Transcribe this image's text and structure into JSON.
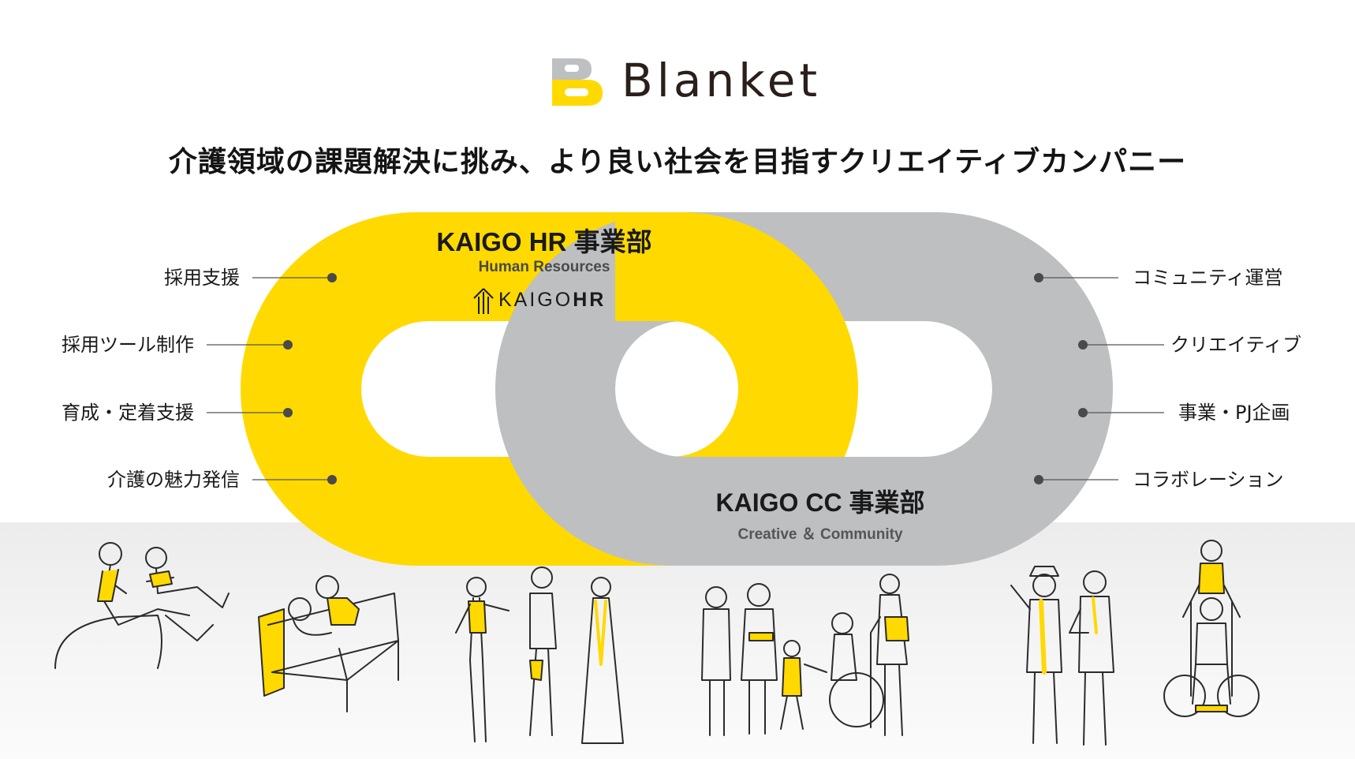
{
  "brand": {
    "name": "Blanket",
    "accent_color": "#ffd900",
    "ink_color": "#2a1f1a",
    "logo_icon": "b-logo-icon"
  },
  "tagline": "介護領域の課題解決に挑み、より良い社会を目指すクリエイティブカンパニー",
  "divisions": {
    "hr": {
      "title": "KAIGO HR 事業部",
      "subtitle": "Human Resources",
      "logo_light": "KAIGO",
      "logo_bold": "HR",
      "color": "#ffd900",
      "services": [
        "採用支援",
        "採用ツール制作",
        "育成・定着支援",
        "介護の魅力発信"
      ]
    },
    "cc": {
      "title": "KAIGO CC 事業部",
      "subtitle": "Creative ＆ Community",
      "color": "#bdbfc1",
      "services": [
        "コミュニティ運営",
        "クリエイティブ",
        "事業・PJ企画",
        "コラボレーション"
      ]
    }
  },
  "illustrations": [
    "caregivers-relaxing",
    "bedside-care",
    "staff-conversation",
    "community-gathering",
    "creative-team",
    "wheelchair-support"
  ]
}
